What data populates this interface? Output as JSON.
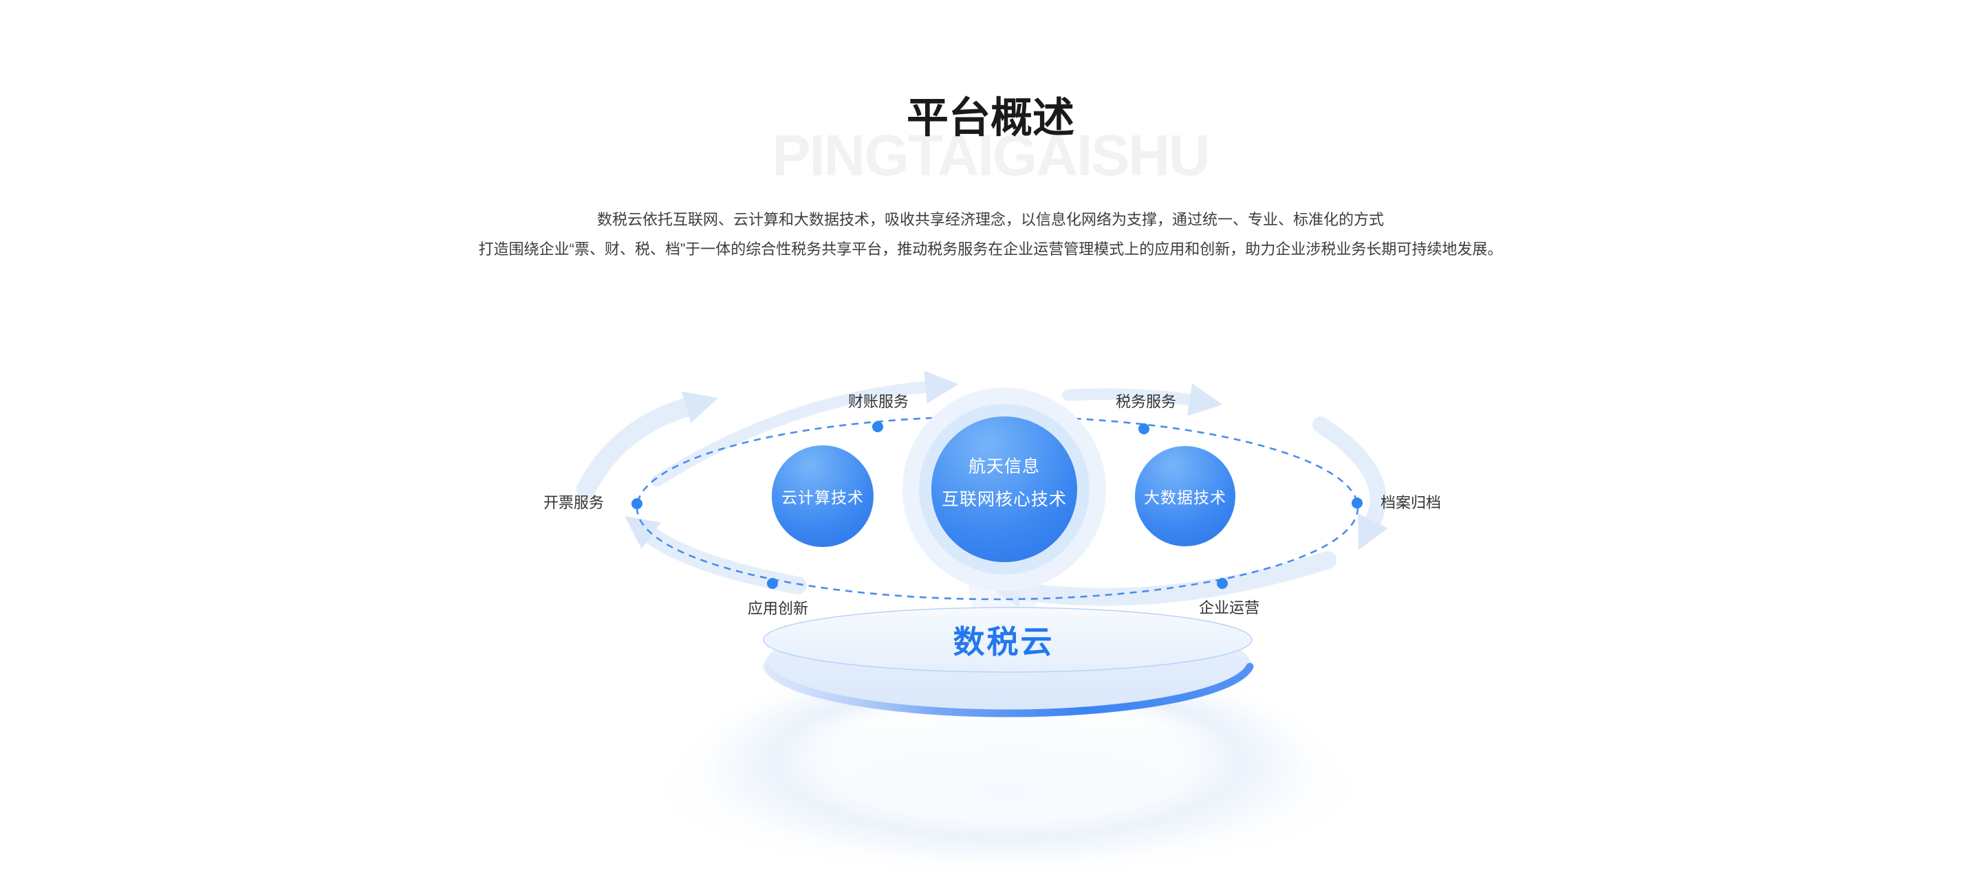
{
  "page": {
    "title": "平台概述",
    "watermark": "PINGTAIGAISHU",
    "description": {
      "line1": "数税云依托互联网、云计算和大数据技术，吸收共享经济理念，以信息化网络为支撑，通过统一、专业、标准化的方式",
      "line2": "打造围绕企业“票、财、税、档”于一体的综合性税务共享平台，推动税务服务在企业运营管理模式上的应用和创新，助力企业涉税业务长期可持续地发展。"
    }
  },
  "diagram": {
    "center_circle": {
      "line1": "航天信息",
      "line2": "互联网核心技术"
    },
    "left_circle": {
      "label": "云计算技术"
    },
    "right_circle": {
      "label": "大数据技术"
    },
    "orbit_labels": [
      {
        "position": "top-left",
        "text": "财账服务"
      },
      {
        "position": "top-right",
        "text": "税务服务"
      },
      {
        "position": "left",
        "text": "开票服务"
      },
      {
        "position": "right",
        "text": "档案归档"
      },
      {
        "position": "bottom-left",
        "text": "应用创新"
      },
      {
        "position": "bottom-right",
        "text": "企业运营"
      }
    ],
    "platform_label": "数税云",
    "colors": {
      "primary_blue": "#2E7CEC",
      "circle_gradient_top": "#77B5F9",
      "dashed_line": "#4A8CEF",
      "node_dot": "#2E86F0",
      "platform_accent": "#3C84F2",
      "platform_text": "#2478EE",
      "label_text": "#333333",
      "halo_light": "#ECF3FD",
      "arrow_light": "#E4EEFB"
    }
  }
}
